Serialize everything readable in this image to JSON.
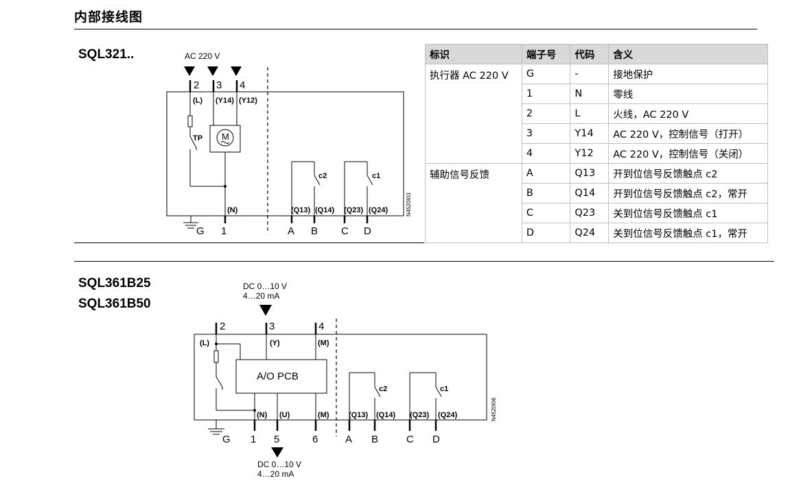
{
  "section_title": "内部接线图",
  "sql321": {
    "model": "SQL321..",
    "supply_label": "AC 220 V",
    "top_terminals": [
      "2",
      "3",
      "4"
    ],
    "top_signals": [
      "(L)",
      "(Y14)",
      "(Y12)"
    ],
    "tp_label": "TP",
    "motor_label": "M",
    "neutral_label": "(N)",
    "contact_labels": [
      "c2",
      "c1"
    ],
    "bottom_signals": [
      "(Q13)",
      "(Q14)",
      "(Q23)",
      "(Q24)"
    ],
    "bottom_terminals": [
      "G",
      "1",
      "A",
      "B",
      "C",
      "D"
    ],
    "drawing_code": "N4520I03"
  },
  "table": {
    "headers": [
      "标识",
      "端子号",
      "代码",
      "含义"
    ],
    "groups": [
      {
        "label": "执行器 AC 220 V",
        "rows": [
          {
            "terminal": "G",
            "code": "-",
            "meaning": "接地保护"
          },
          {
            "terminal": "1",
            "code": "N",
            "meaning": "零线"
          },
          {
            "terminal": "2",
            "code": "L",
            "meaning": "火线，AC 220 V"
          },
          {
            "terminal": "3",
            "code": "Y14",
            "meaning": "AC 220 V，控制信号（打开）"
          },
          {
            "terminal": "4",
            "code": "Y12",
            "meaning": "AC 220 V，控制信号（关闭）"
          }
        ]
      },
      {
        "label": "辅助信号反馈",
        "rows": [
          {
            "terminal": "A",
            "code": "Q13",
            "meaning": "开到位信号反馈触点 c2"
          },
          {
            "terminal": "B",
            "code": "Q14",
            "meaning": "开到位信号反馈触点 c2，常开"
          },
          {
            "terminal": "C",
            "code": "Q23",
            "meaning": "关到位信号反馈触点 c1"
          },
          {
            "terminal": "D",
            "code": "Q24",
            "meaning": "关到位信号反馈触点 c1，常开"
          }
        ]
      }
    ]
  },
  "sql361": {
    "models": [
      "SQL361B25",
      "SQL361B50"
    ],
    "input_label_1": "DC 0…10 V",
    "input_label_2": "4…20 mA",
    "top_terminals": [
      "2",
      "3",
      "4"
    ],
    "top_signals": [
      "(L)",
      "(Y)",
      "(M)"
    ],
    "pcb_label": "A/O PCB",
    "bottom_signals": [
      "(N)",
      "(U)",
      "(M)",
      "(Q13)",
      "(Q14)",
      "(Q23)",
      "(Q24)"
    ],
    "contact_labels": [
      "c2",
      "c1"
    ],
    "bottom_terminals": [
      "G",
      "1",
      "5",
      "6",
      "A",
      "B",
      "C",
      "D"
    ],
    "output_label_1": "DC 0…10 V",
    "output_label_2": "4…20 mA",
    "drawing_code": "N4520I06"
  }
}
